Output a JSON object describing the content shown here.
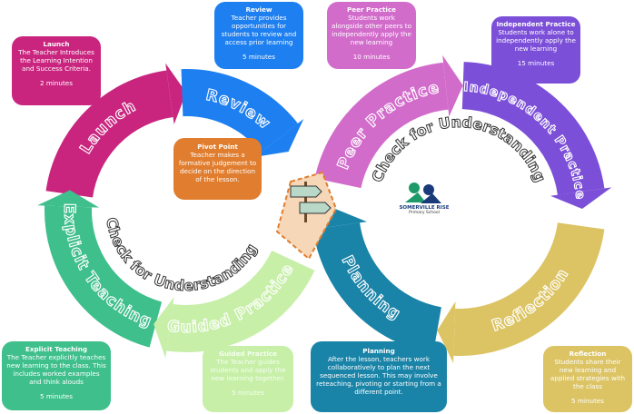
{
  "colors": {
    "launch": "#c9257f",
    "review": "#1e7ff0",
    "explicit": "#3fbf8c",
    "guided": "#c7efa8",
    "peer": "#d26ccb",
    "independent": "#7c4fd8",
    "reflection": "#dcc464",
    "planning": "#1a84a8",
    "pivot": "#e07d2e"
  },
  "stages": {
    "launch": "Launch",
    "review": "Review",
    "peer": "Peer Practice",
    "independent": "Independent Practice",
    "explicit": "Explicit Teaching",
    "guided": "Guided Practice",
    "planning": "Planning",
    "reflection": "Reflection"
  },
  "check": "Check for Understanding",
  "boxes": {
    "launch": {
      "title": "Launch",
      "text": "The Teacher Introduces the Learning Intention and Success Criteria.",
      "minutes": "2 minutes"
    },
    "review": {
      "title": "Review",
      "text": "Teacher provides opportunities for students to review and access prior learning",
      "minutes": "5 minutes"
    },
    "peer": {
      "title": "Peer Practice",
      "text": "Students work alongside other peers to independently apply the new learning",
      "minutes": "10 minutes"
    },
    "independent": {
      "title": "Independent Practice",
      "text": "Students work alone to independently apply the new learning",
      "minutes": "15 minutes"
    },
    "pivot": {
      "title": "Pivot Point",
      "text": "Teacher makes a formative judgement to decide on the direction of the lesson."
    },
    "explicit": {
      "title": "Explicit Teaching",
      "text": "The Teacher explicitly teaches new learning to the class. This includes worked examples and think alouds",
      "minutes": "5 minutes"
    },
    "guided": {
      "title": "Guided Practice",
      "text": "The Teacher guides students and apply the new learning together.",
      "minutes": "5 minutes"
    },
    "planning": {
      "title": "Planning",
      "text": "After the lesson, teachers work collaboratively to plan the next sequenced lesson. This may involve reteaching, pivoting or starting from a different point."
    },
    "reflection": {
      "title": "Reflection",
      "text": "Students share their new learning and applied strategies with the class",
      "minutes": "5 minutes"
    }
  },
  "logo": {
    "name": "SOMERVILLE RISE",
    "sub": "Primary School"
  }
}
